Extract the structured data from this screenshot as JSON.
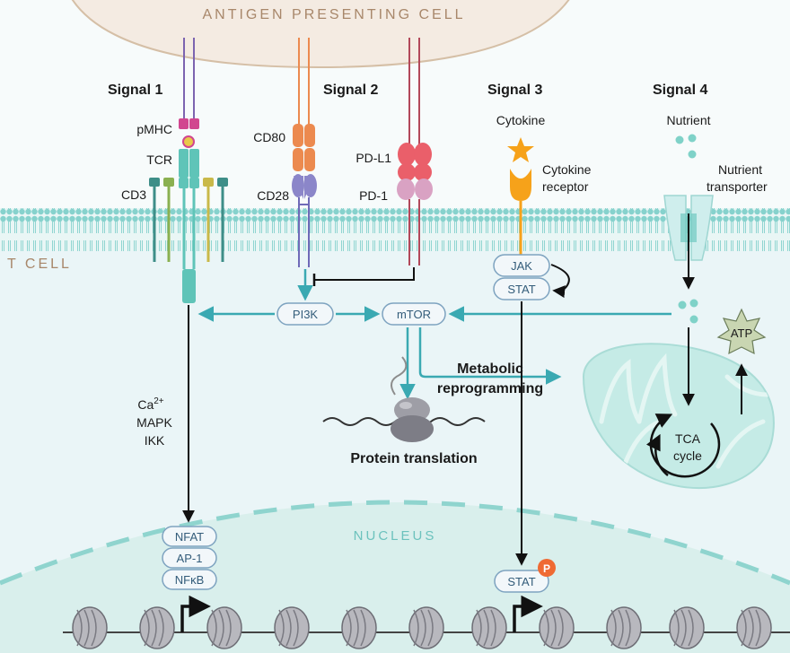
{
  "regions": {
    "apc": "ANTIGEN PRESENTING CELL",
    "tcell": "T CELL",
    "nucleus": "NUCLEUS"
  },
  "signals": {
    "s1": "Signal 1",
    "s2": "Signal 2",
    "s3": "Signal 3",
    "s4": "Signal 4"
  },
  "receptors": {
    "pmhc": "pMHC",
    "tcr": "TCR",
    "cd3": "CD3",
    "cd80": "CD80",
    "cd28": "CD28",
    "pdl1": "PD-L1",
    "pd1": "PD-1",
    "cytokine": "Cytokine",
    "cytokine_receptor_1": "Cytokine",
    "cytokine_receptor_2": "receptor",
    "nutrient": "Nutrient",
    "transporter_1": "Nutrient",
    "transporter_2": "transporter"
  },
  "pathway": {
    "pi3k": "PI3K",
    "mtor": "mTOR",
    "jak": "JAK",
    "stat": "STAT",
    "ca": "Ca",
    "ca_sup": "2+",
    "mapk": "MAPK",
    "ikk": "IKK",
    "metabolic_1": "Metabolic",
    "metabolic_2": "reprogramming",
    "protein_translation": "Protein translation",
    "atp": "ATP",
    "tca_1": "TCA",
    "tca_2": "cycle"
  },
  "nucleus": {
    "nfat": "NFAT",
    "ap1": "AP-1",
    "nfkb": "NFκB",
    "stat": "STAT",
    "phospho": "P"
  },
  "colors": {
    "apc_fill": "#f4ebe2",
    "apc_stroke": "#d5bfa6",
    "membrane": "#7fcfca",
    "arrow_teal": "#3aa9b2",
    "pill_stroke": "#7ea3c0",
    "tcr": "#5fc4b8",
    "pmhc": "#d1468f",
    "cd80_cd28": "#ec8a4f",
    "cd28": "#8b86c9",
    "pdl1": "#ea5f6a",
    "pd1": "#d9a2c3",
    "cytokine": "#f6a21a",
    "phospho": "#ef6a33"
  }
}
